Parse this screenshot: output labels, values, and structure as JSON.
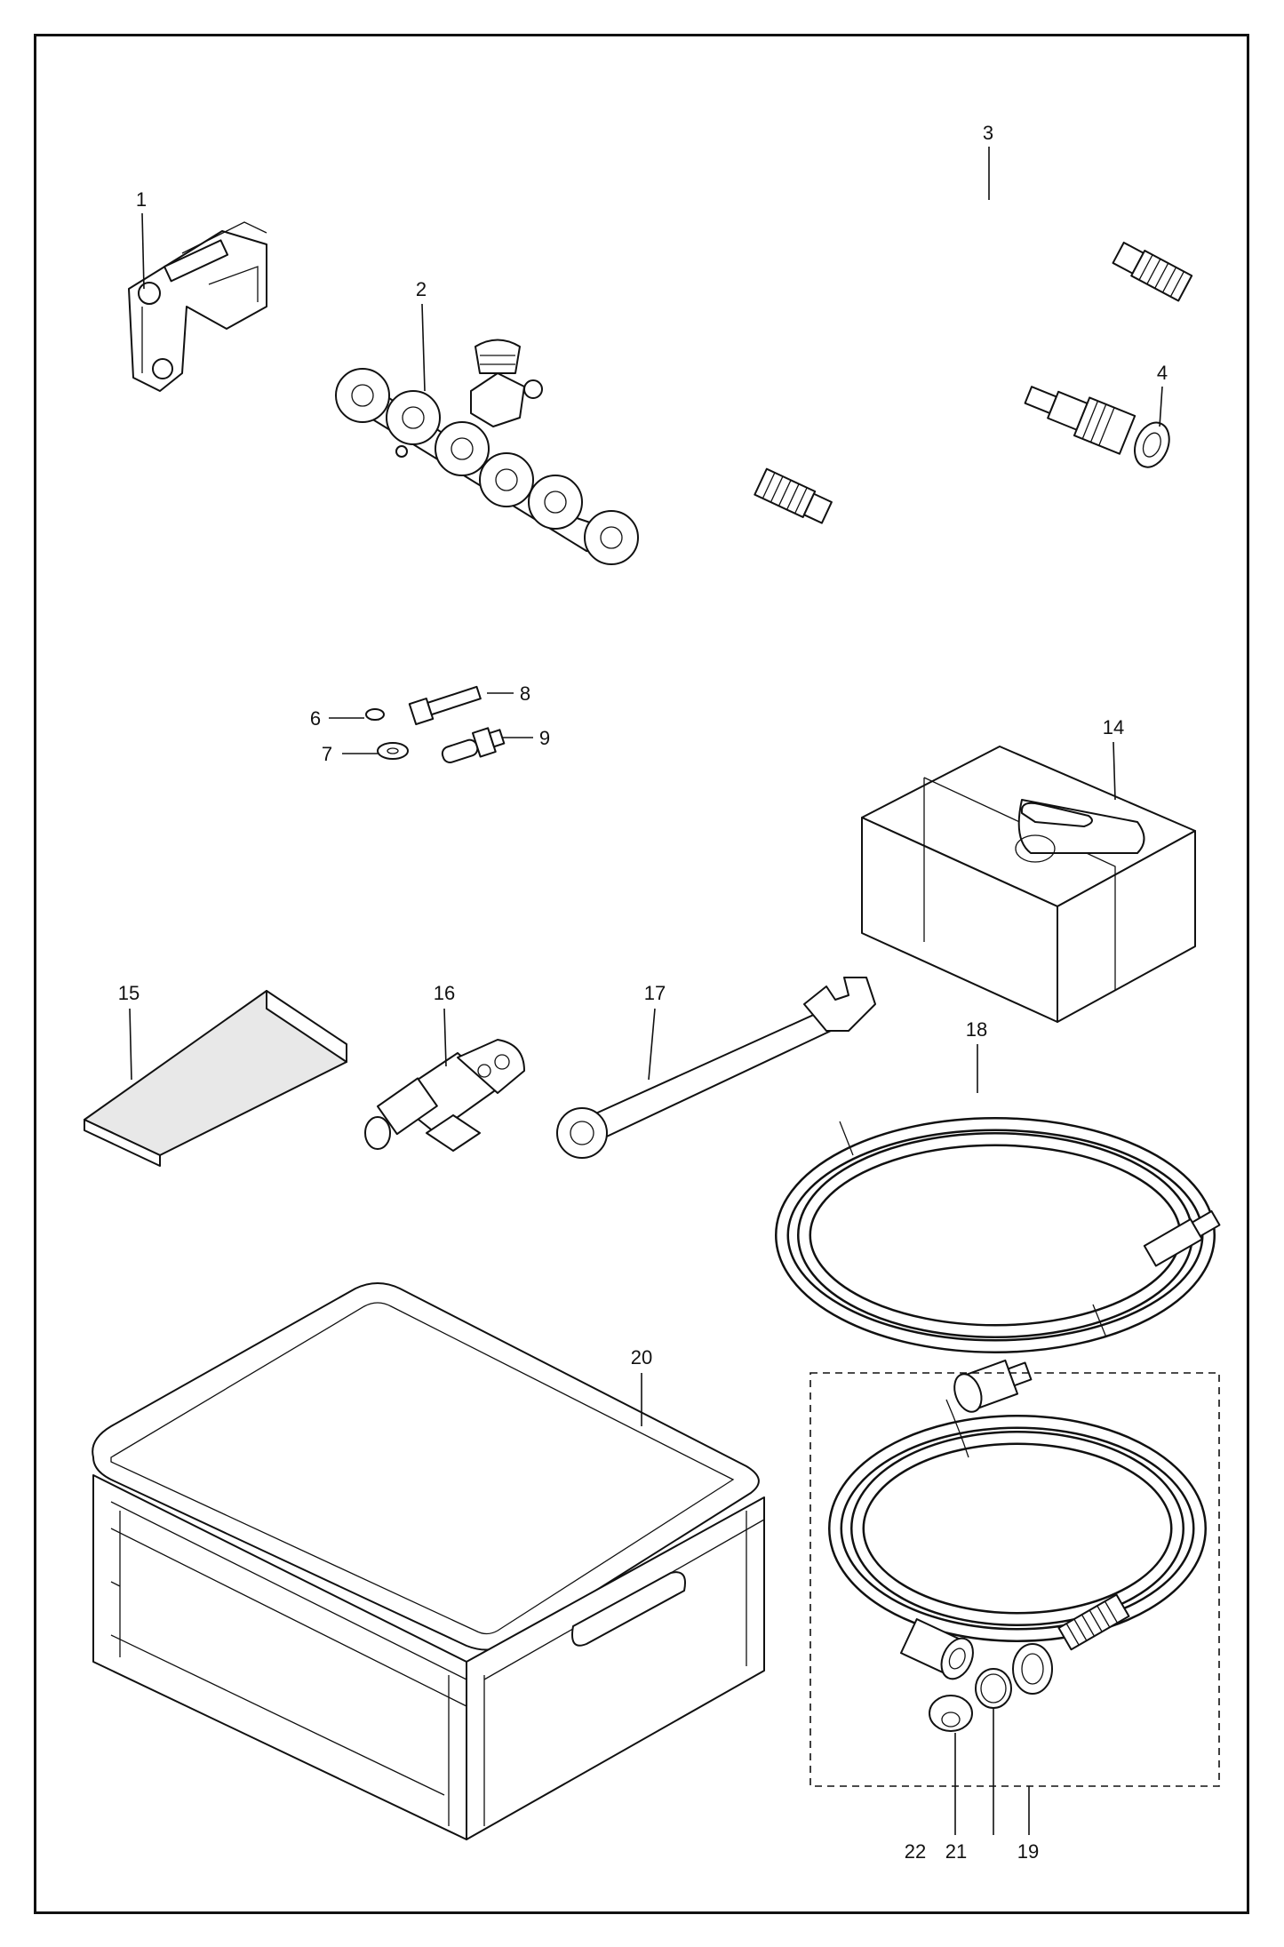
{
  "callouts": {
    "c1": "1",
    "c2": "2",
    "c3": "3",
    "c4": "4",
    "c6": "6",
    "c7": "7",
    "c8": "8",
    "c9": "9",
    "c14": "14",
    "c15": "15",
    "c16": "16",
    "c17": "17",
    "c18": "18",
    "c19": "19",
    "c20": "20",
    "c21": "21",
    "c22": "22"
  }
}
